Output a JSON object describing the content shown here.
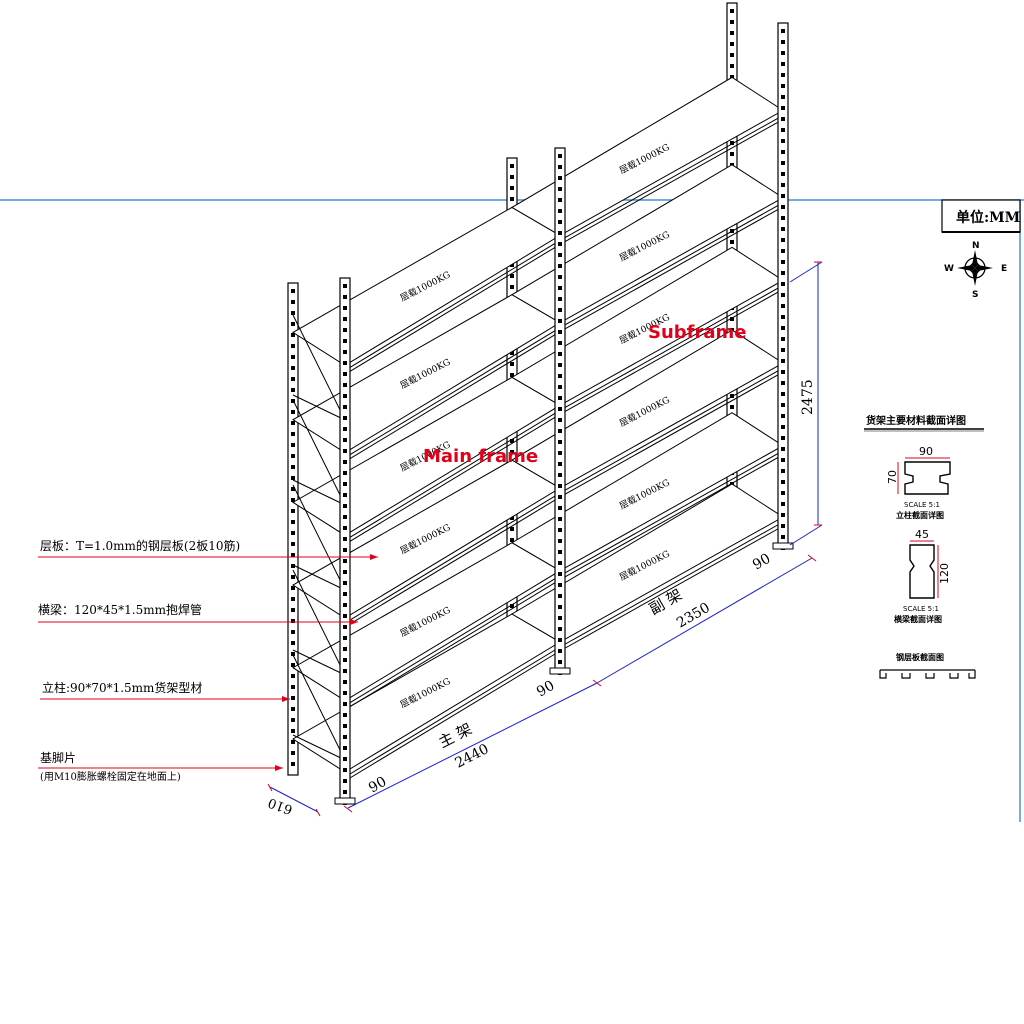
{
  "colors": {
    "accent_red": "#e0001a",
    "border_blue": "#4a90d9",
    "line": "#000000",
    "leader_red": "#e0001a"
  },
  "unit_box": {
    "label": "单位:MM"
  },
  "compass": {
    "n": "N",
    "s": "S",
    "e": "E",
    "w": "W"
  },
  "frame_labels": {
    "main": "Main frame",
    "sub": "Subframe"
  },
  "callouts": [
    {
      "text": "层板：T=1.0mm的钢层板(2板10筋)"
    },
    {
      "text": "横梁：120*45*1.5mm抱焊管"
    },
    {
      "text": "立柱:90*70*1.5mm货架型材"
    },
    {
      "text": "基脚片"
    },
    {
      "text": "(用M10膨胀螺栓固定在地面上)"
    }
  ],
  "shelf_load_label": "层载1000KG",
  "dimensions": {
    "height": "2475",
    "depth": "610",
    "main_length": "2440",
    "main_name": "主 架",
    "sub_length": "2350",
    "sub_name": "副 架",
    "post_a": "90",
    "post_b": "90",
    "post_c": "90"
  },
  "sections": {
    "title": "货架主要材料截面详图",
    "upright": {
      "w": "90",
      "h": "70",
      "scale": "SCALE  5:1",
      "caption": "立柱截面详图"
    },
    "beam": {
      "w": "45",
      "h": "120",
      "scale": "SCALE  5:1",
      "caption": "横梁截面详图"
    },
    "deck": {
      "caption": "钢层板截面图"
    }
  }
}
